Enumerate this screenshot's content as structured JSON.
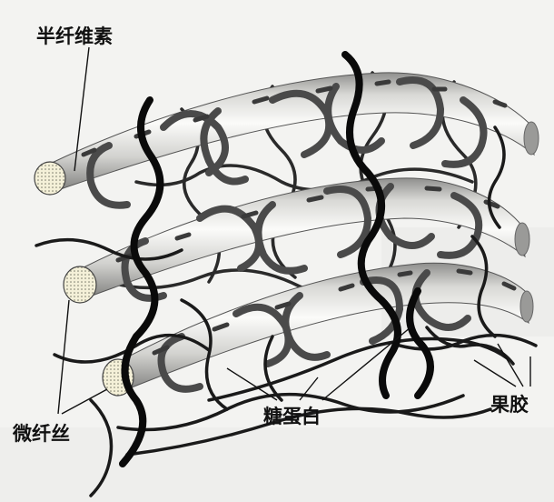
{
  "labels": {
    "hemicellulose": "半纤维素",
    "microfibril": "微纤丝",
    "glycoprotein": "糖蛋白",
    "pectin": "果胶"
  },
  "colors": {
    "rod_light": "#fafaf8",
    "rod_dark": "#8a8a88",
    "hemicellulose": "#3a3a3a",
    "pectin": "#1a1a1a",
    "glycoprotein": "#0a0a0a",
    "background": "#f3f3f1"
  }
}
